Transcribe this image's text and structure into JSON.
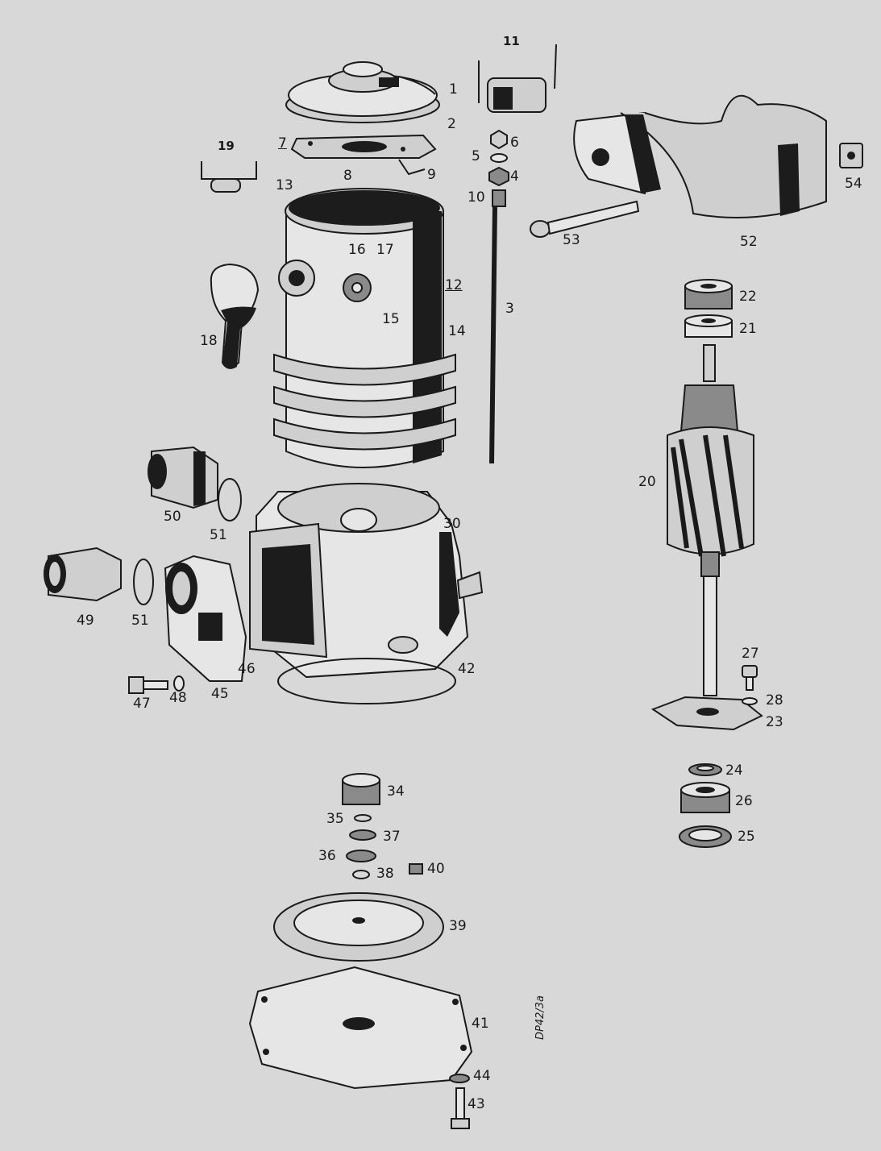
{
  "drawing_code": "DP42/3a",
  "labels": {
    "p1": "1",
    "p2": "2",
    "p3": "3",
    "p4": "4",
    "p5": "5",
    "p6": "6",
    "p7": "7",
    "p8": "8",
    "p9": "9",
    "p10": "10",
    "p11": "11",
    "p12": "12",
    "p13": "13",
    "p14": "14",
    "p15": "15",
    "p16": "16",
    "p17": "17",
    "p18": "18",
    "p19": "19",
    "p20": "20",
    "p21": "21",
    "p22": "22",
    "p23": "23",
    "p24": "24",
    "p25": "25",
    "p26": "26",
    "p27": "27",
    "p28": "28",
    "p30": "30",
    "p34": "34",
    "p35": "35",
    "p36": "36",
    "p37": "37",
    "p38": "38",
    "p39": "39",
    "p40": "40",
    "p41": "41",
    "p42": "42",
    "p43": "43",
    "p44": "44",
    "p45": "45",
    "p46": "46",
    "p47": "47",
    "p48": "48",
    "p49": "49",
    "p50": "50",
    "p51a": "51",
    "p51b": "51",
    "p52": "52",
    "p53": "53",
    "p54": "54"
  }
}
